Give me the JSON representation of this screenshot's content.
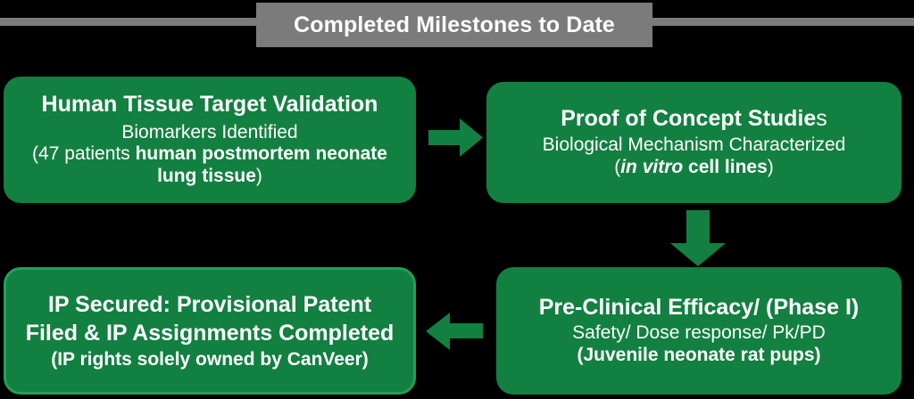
{
  "header": {
    "title": "Completed Milestones to Date",
    "banner_color": "#7b7b7b",
    "rule_color": "#7b7b7b",
    "title_color": "#ffffff"
  },
  "theme": {
    "background": "#000000",
    "box_fill": "#128040",
    "box_outline": "#22a05a",
    "arrow_fill": "#128040",
    "text_color": "#ffffff"
  },
  "boxes": [
    {
      "id": "target-validation",
      "heading": "Human Tissue Target Validation",
      "subtitle": "Biomarkers Identified",
      "detail_prefix": "(47 patients ",
      "detail_emphasis": "human postmortem neonate lung tissue",
      "detail_suffix": ")"
    },
    {
      "id": "proof-of-concept",
      "heading_bold": "Proof of Concept Studie",
      "heading_tail": "s",
      "subtitle": "Biological Mechanism Characterized",
      "detail_prefix": "(",
      "detail_italic": "in vitro",
      "detail_emphasis": " cell lines",
      "detail_suffix": ")"
    },
    {
      "id": "preclinical-efficacy",
      "heading": "Pre-Clinical Efficacy/ (Phase I)",
      "subtitle": "Safety/ Dose response/ Pk/PD",
      "detail": "(Juvenile neonate rat pups)"
    },
    {
      "id": "ip-secured",
      "heading_line1": "IP Secured: Provisional Patent",
      "heading_line2": "Filed &  IP Assignments Completed",
      "detail": "(IP rights solely owned by CanVeer)"
    }
  ],
  "arrows": [
    {
      "id": "arrow-right",
      "direction": "right",
      "from": "target-validation",
      "to": "proof-of-concept"
    },
    {
      "id": "arrow-down",
      "direction": "down",
      "from": "proof-of-concept",
      "to": "preclinical-efficacy"
    },
    {
      "id": "arrow-left",
      "direction": "left",
      "from": "preclinical-efficacy",
      "to": "ip-secured"
    }
  ]
}
